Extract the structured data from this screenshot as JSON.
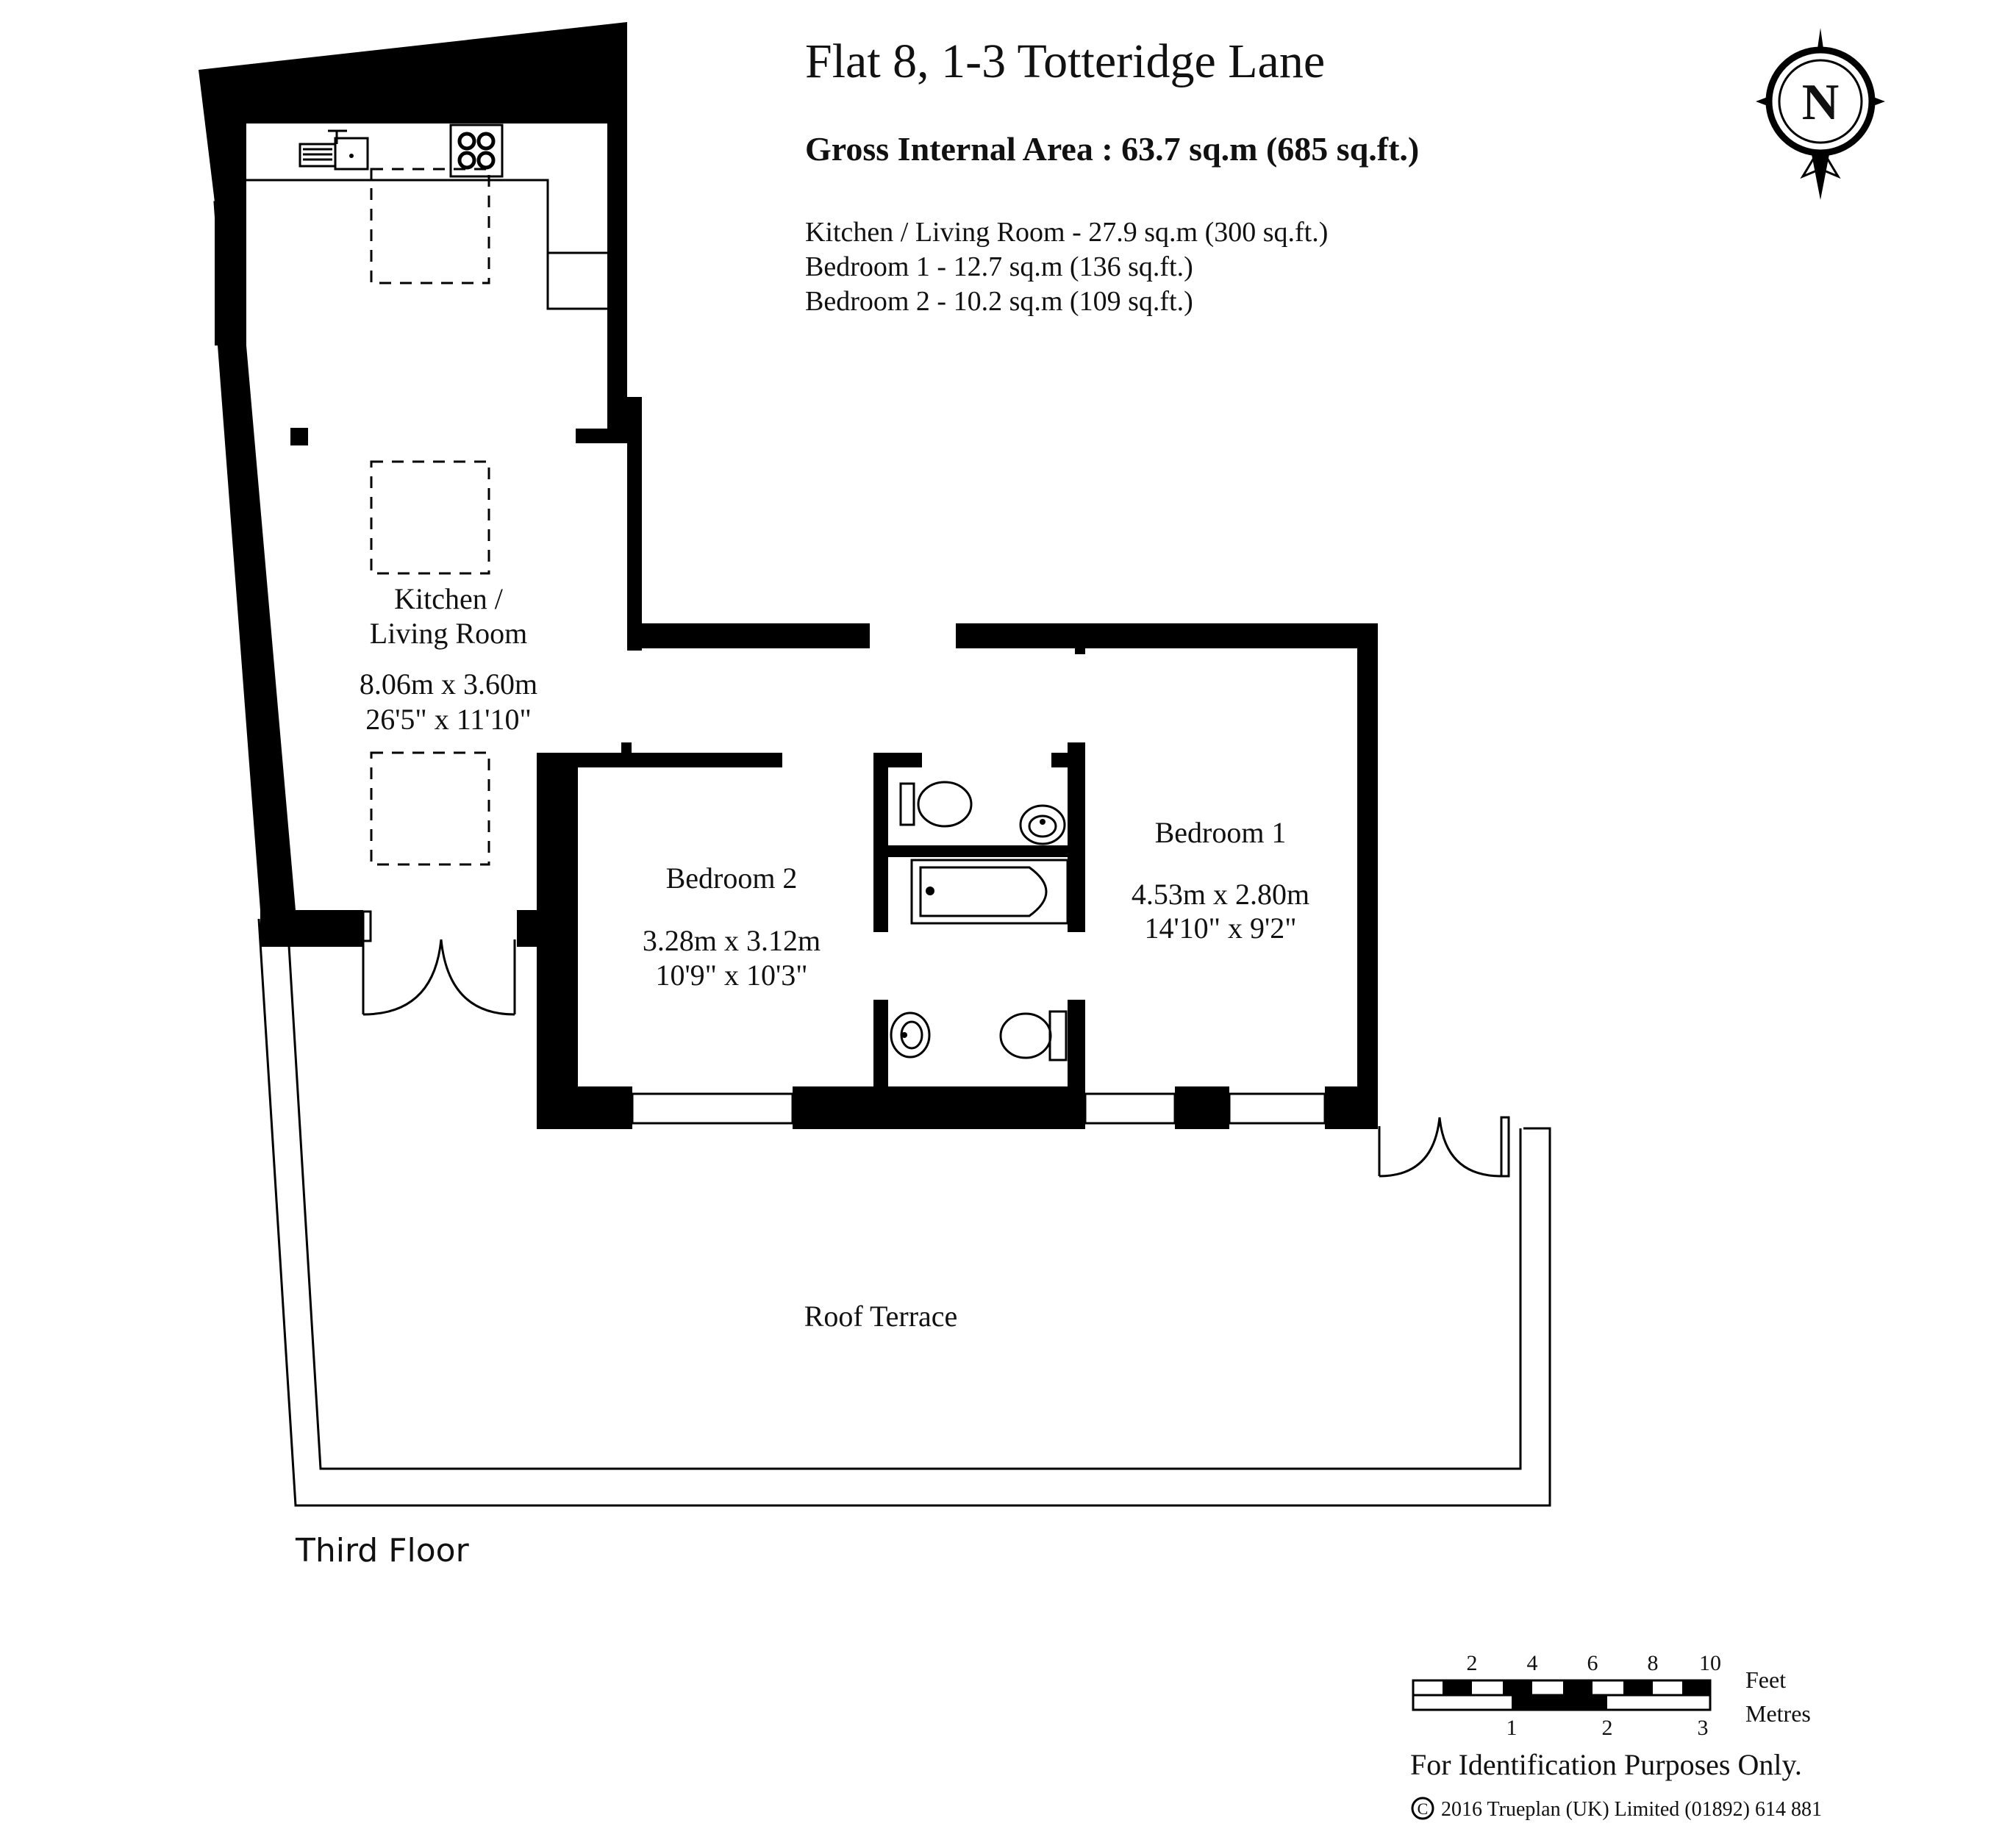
{
  "header": {
    "title": "Flat 8, 1-3 Totteridge Lane",
    "gross_area": "Gross Internal Area  :  63.7 sq.m   (685 sq.ft.)",
    "areas": [
      "Kitchen / Living Room - 27.9 sq.m  (300 sq.ft.)",
      "Bedroom 1 - 12.7 sq.m  (136 sq.ft.)",
      "Bedroom 2 - 10.2 sq.m  (109 sq.ft.)"
    ]
  },
  "compass": {
    "label": "N"
  },
  "rooms": {
    "kitchen": {
      "name_line1": "Kitchen /",
      "name_line2": "Living Room",
      "metric": "8.06m  x  3.60m",
      "imperial": "26'5\"  x  11'10\""
    },
    "bedroom2": {
      "name": "Bedroom 2",
      "metric": "3.28m  x  3.12m",
      "imperial": "10'9\"  x  10'3\""
    },
    "bedroom1": {
      "name": "Bedroom 1",
      "metric": "4.53m  x  2.80m",
      "imperial": "14'10\"  x  9'2\""
    },
    "terrace": {
      "name": "Roof Terrace"
    }
  },
  "floor_label": "Third Floor",
  "scale_bar": {
    "feet_ticks": [
      "2",
      "4",
      "6",
      "8",
      "10"
    ],
    "feet_label": "Feet",
    "metre_ticks": [
      "1",
      "2",
      "3"
    ],
    "metre_label": "Metres"
  },
  "footer": {
    "disclaimer": "For Identification Purposes Only.",
    "copyright": "2016 Trueplan (UK) Limited  (01892) 614 881"
  }
}
